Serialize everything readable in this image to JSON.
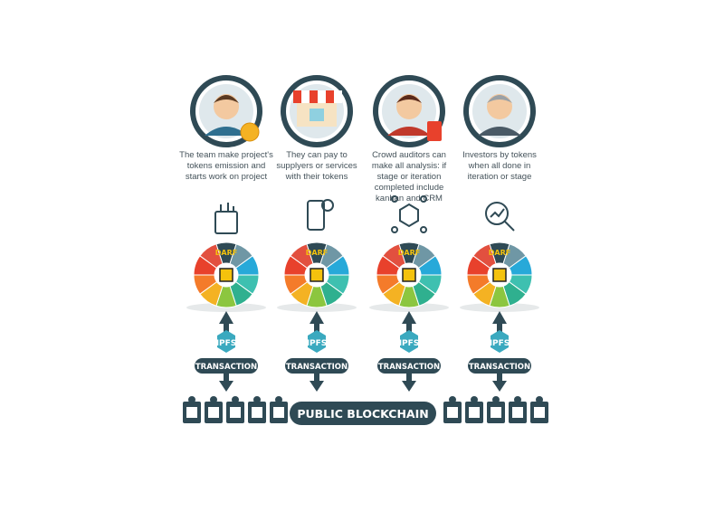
{
  "columns": [
    {
      "caption": "The team make project's tokens emission and starts work on project",
      "avatar": "developer-with-bitcoin",
      "icon": "shopping-bag-icon"
    },
    {
      "caption": "They can pay to supplyers or services with their tokens",
      "avatar": "storefront",
      "icon": "mobile-payment-icon"
    },
    {
      "caption": "Crowd auditors can make all analysis: if stage or iteration completed include kanban and CRM",
      "avatar": "auditor-with-calculator",
      "icon": "network-cube-icon"
    },
    {
      "caption": "Investors by tokens when all done in iteration or stage",
      "avatar": "investor",
      "icon": "analytics-magnifier-icon"
    }
  ],
  "wheel": {
    "title": "DARF",
    "colors": [
      "#2f4a55",
      "#6f97a5",
      "#27a9d9",
      "#3ec0b0",
      "#2fb08f",
      "#8cc63f",
      "#f4b223",
      "#f47b2a",
      "#e8412c",
      "#e2503f"
    ]
  },
  "ipfs_label": "IPFS",
  "transaction_label": "TRANSACTION",
  "blockchain_label": "PUBLIC BLOCKCHAIN",
  "colors": {
    "dark": "#2f4a55",
    "ipfs": "#3aa9bf"
  }
}
